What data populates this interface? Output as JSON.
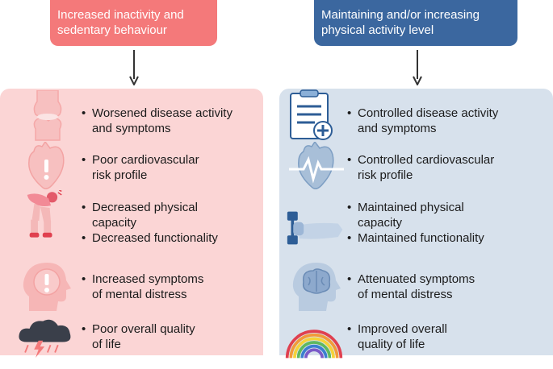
{
  "left": {
    "header": [
      "Increased inactivity and",
      "sedentary behaviour"
    ],
    "items": [
      [
        "Worsened disease activity",
        "and symptoms"
      ],
      [
        "Poor cardiovascular",
        "risk profile"
      ],
      [
        "Decreased physical",
        "capacity"
      ],
      [
        "Decreased functionality"
      ],
      [
        "Increased symptoms",
        "of mental distress"
      ],
      [
        "Poor overall quality",
        "of life"
      ]
    ]
  },
  "right": {
    "header": [
      "Maintaining and/or increasing",
      "physical activity level"
    ],
    "items": [
      [
        "Controlled disease activity",
        "and symptoms"
      ],
      [
        "Controlled cardiovascular",
        "risk profile"
      ],
      [
        "Maintained physical",
        "capacity"
      ],
      [
        "Maintained functionality"
      ],
      [
        "Attenuated symptoms",
        "of mental distress"
      ],
      [
        "Improved overall",
        "quality of life"
      ]
    ]
  },
  "bullet": "•",
  "colors": {
    "left_header": "#f4797a",
    "left_panel": "#fbd5d5",
    "right_header": "#3b679f",
    "right_panel": "#d7e1ec",
    "arrow": "#333333"
  },
  "icons": {
    "left": [
      "joint-icon",
      "heart-warning-icon",
      "exhausted-person-icon",
      "head-warning-icon",
      "storm-cloud-icon"
    ],
    "right": [
      "clipboard-icon",
      "heart-ecg-icon",
      "dumbbell-arm-icon",
      "brain-head-icon",
      "rainbow-icon"
    ]
  }
}
